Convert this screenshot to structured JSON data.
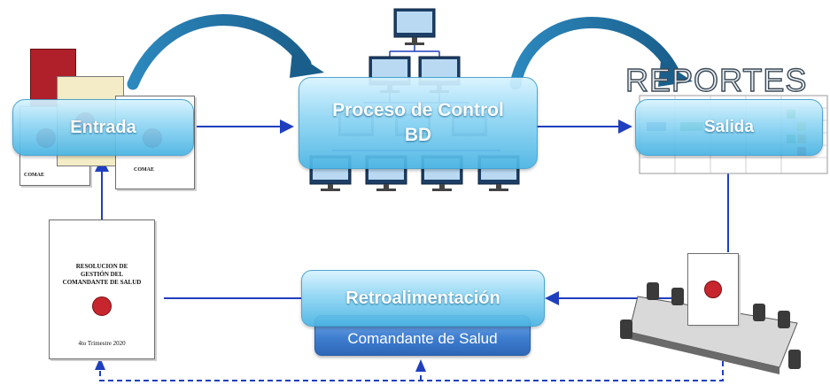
{
  "nodes": {
    "entrada": "Entrada",
    "proceso_line1": "Proceso de Control",
    "proceso_line2": "BD",
    "salida": "Salida",
    "reportes": "REPORTES",
    "retroalimentacion": "Retroalimentación",
    "comandante": "Comandante de Salud"
  },
  "documents": {
    "resolucion_title_1": "RESOLUCION DE",
    "resolucion_title_2": "GESTIÓN DEL",
    "resolucion_title_3": "COMANDANTE DE SALUD",
    "resolucion_footer": "4to Trimestre 2020",
    "card_footer": "COMAE"
  },
  "colors": {
    "box_fill": "#8fd6f4",
    "box_dark": "#2e67b8",
    "arrow_blue": "#1f3fbf",
    "curved_arrow": "#1f6f9e"
  }
}
